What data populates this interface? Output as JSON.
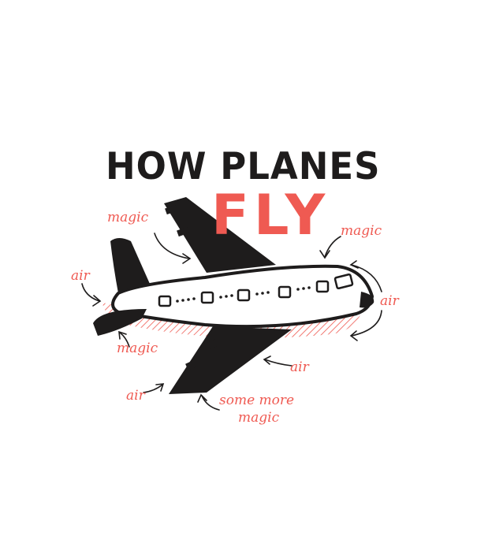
{
  "title": {
    "line1": "HOW PLANES",
    "line2": "FLY"
  },
  "annotations": {
    "magic_top_left": "magic",
    "magic_top_right": "magic",
    "air_left": "air",
    "air_right": "air",
    "magic_bottom_left": "magic",
    "air_bottom_center": "air",
    "air_bottom_left": "air",
    "some_more": "some more",
    "magic_last": "magic"
  },
  "colors": {
    "ink": "#1e1c1c",
    "accent": "#ef5a52",
    "background": "#ffffff"
  }
}
